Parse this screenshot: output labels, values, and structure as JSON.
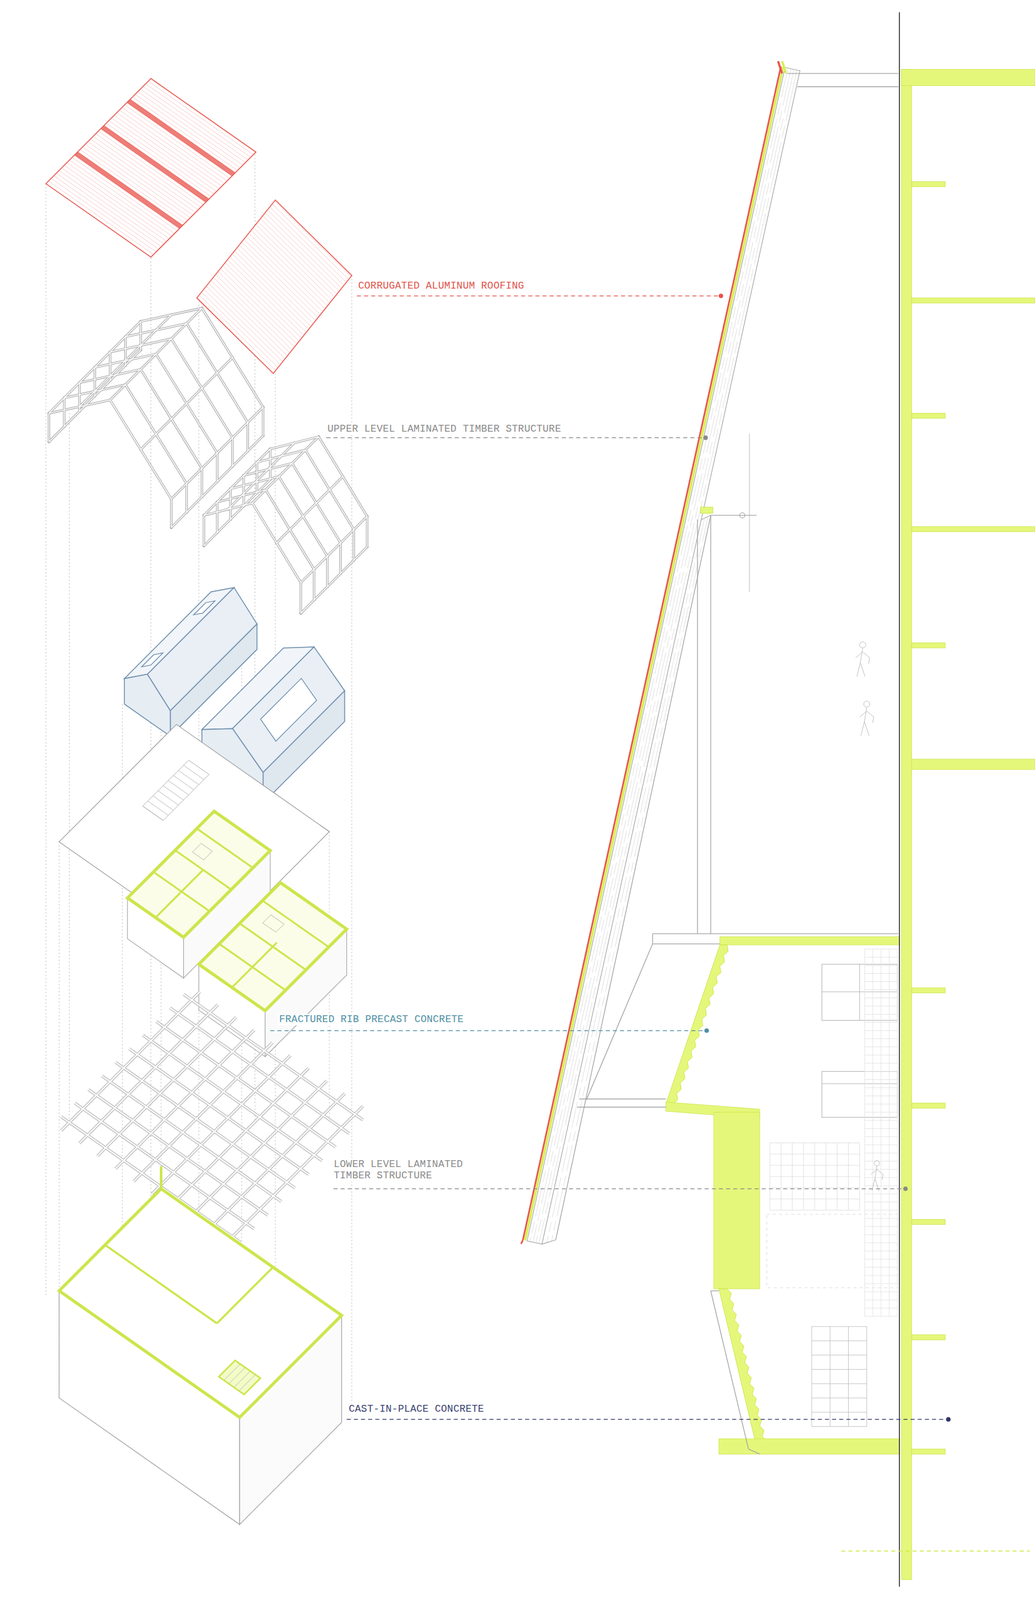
{
  "diagram": {
    "labels": [
      "CORRUGATED ALUMINUM ROOFING",
      "UPPER LEVEL LAMINATED TIMBER STRUCTURE",
      "FRACTURED RIB PRECAST CONCRETE",
      "LOWER LEVEL LAMINATED TIMBER STRUCTURE",
      "CAST-IN-PLACE CONCRETE"
    ]
  }
}
